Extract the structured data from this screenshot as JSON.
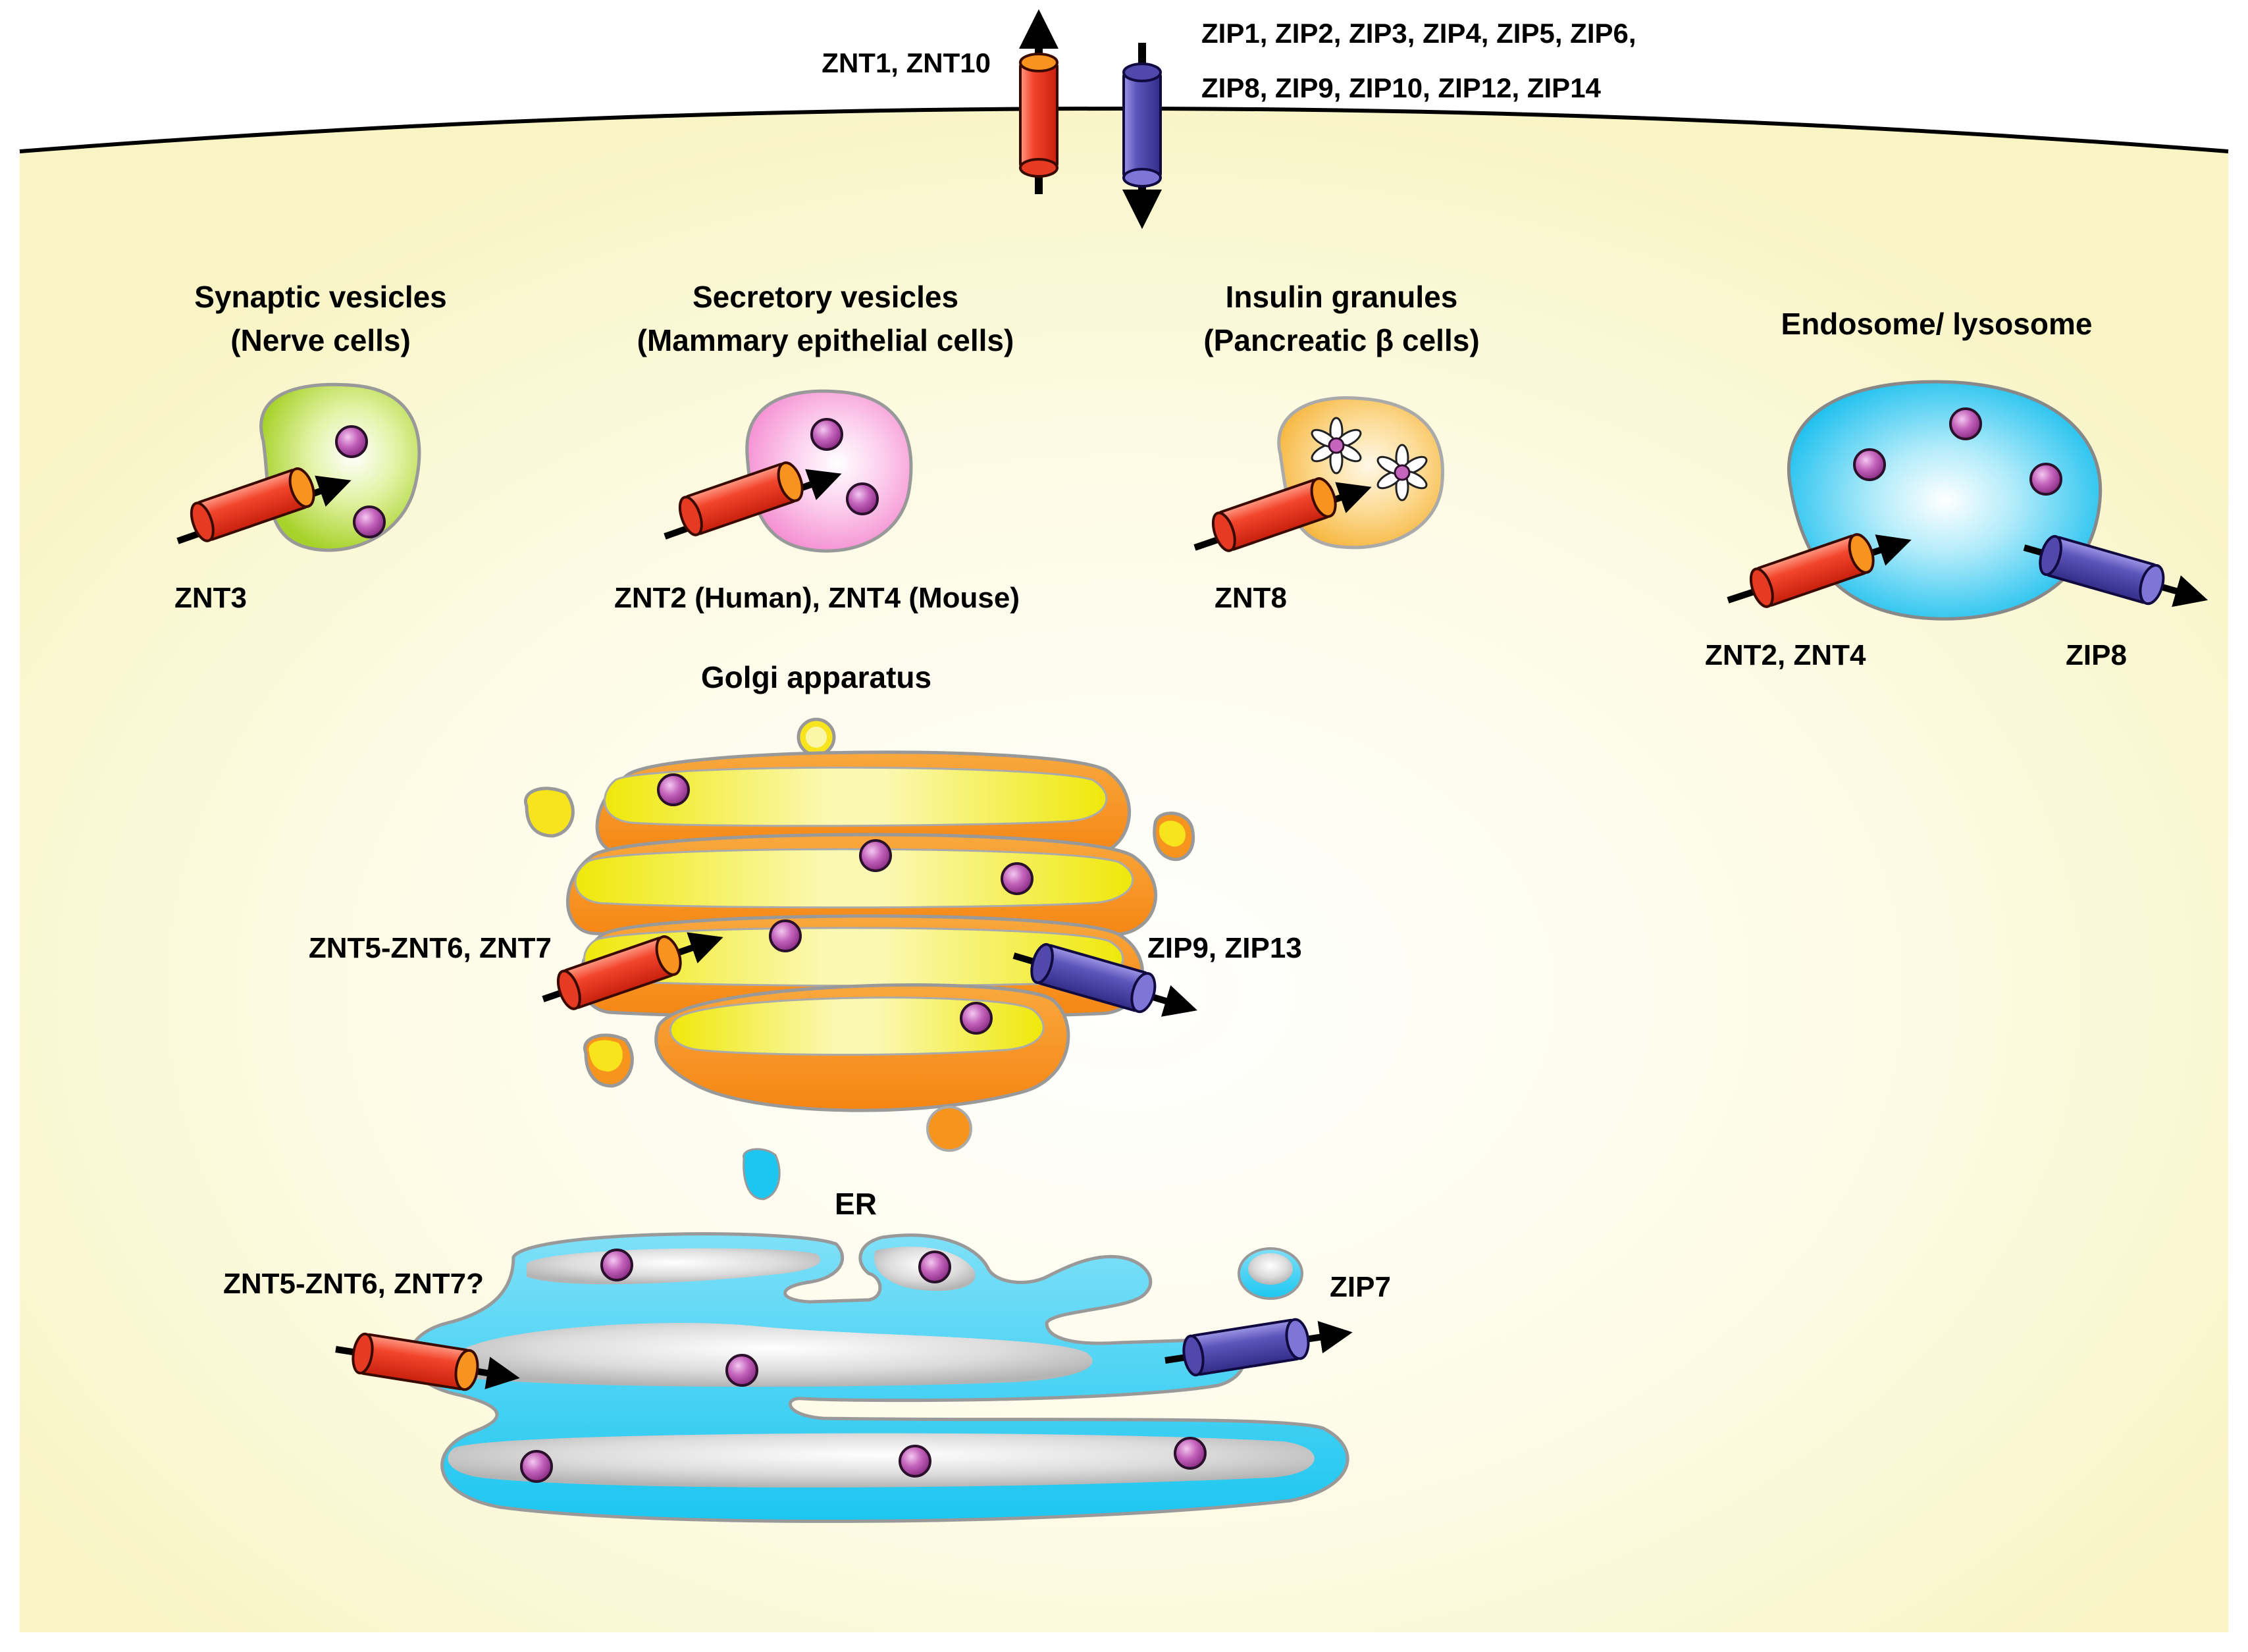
{
  "labels": {
    "plasma_efflux": "ZNT1, ZNT10",
    "plasma_influx_line1": "ZIP1, ZIP2, ZIP3, ZIP4, ZIP5, ZIP6,",
    "plasma_influx_line2": "ZIP8, ZIP9, ZIP10, ZIP12, ZIP14",
    "synaptic_title1": "Synaptic vesicles",
    "synaptic_title2": "(Nerve cells)",
    "synaptic_transporter": "ZNT3",
    "secretory_title1": "Secretory vesicles",
    "secretory_title2": "(Mammary epithelial cells)",
    "secretory_transporter": "ZNT2 (Human), ZNT4 (Mouse)",
    "insulin_title1": "Insulin granules",
    "insulin_title2": "(Pancreatic β cells)",
    "insulin_transporter": "ZNT8",
    "endosome_title": "Endosome/ lysosome",
    "endosome_znt": "ZNT2, ZNT4",
    "endosome_zip": "ZIP8",
    "golgi_title": "Golgi apparatus",
    "golgi_znt": "ZNT5-ZNT6, ZNT7",
    "golgi_zip": "ZIP9, ZIP13",
    "er_title": "ER",
    "er_znt": "ZNT5-ZNT6, ZNT7?",
    "er_zip": "ZIP7"
  },
  "colors": {
    "cytoplasm": "#fbf8cf",
    "znt_transporter": "#f0402a",
    "zip_transporter": "#5b55b8",
    "zinc_ion": "#c060b8",
    "synaptic_vesicle": "#b8dc3c",
    "secretory_vesicle": "#f79ad6",
    "insulin_granule": "#f9c25a",
    "endosome": "#2ec6ef",
    "golgi_outer": "#f7941d",
    "golgi_inner": "#f2ea10",
    "er_lumen": "#c8c8c8",
    "er_membrane": "#33ccf0"
  }
}
